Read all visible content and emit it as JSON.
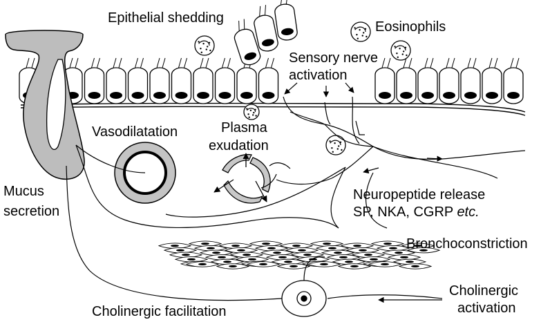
{
  "labels": {
    "epithelial_shedding": "Epithelial shedding",
    "eosinophils": "Eosinophils",
    "sensory_nerve_line1": "Sensory nerve",
    "sensory_nerve_line2": "activation",
    "vasodilatation": "Vasodilatation",
    "plasma_line1": "Plasma",
    "plasma_line2": "exudation",
    "mucus_line1": "Mucus",
    "mucus_line2": "secretion",
    "neuropeptide_line1": "Neuropeptide release",
    "neuropeptide_line2_plain": "SP, NKA, CGRP ",
    "neuropeptide_line2_italic": "etc.",
    "bronchoconstriction": "Bronchoconstriction",
    "cholinergic_activation_line1": "Cholinergic",
    "cholinergic_activation_line2": "activation",
    "cholinergic_facilitation": "Cholinergic facilitation"
  },
  "colors": {
    "line": "#000000",
    "gland_fill": "#bdbdbd",
    "vessel_fill": "#c4c4c4",
    "nucleus": "#000000"
  }
}
